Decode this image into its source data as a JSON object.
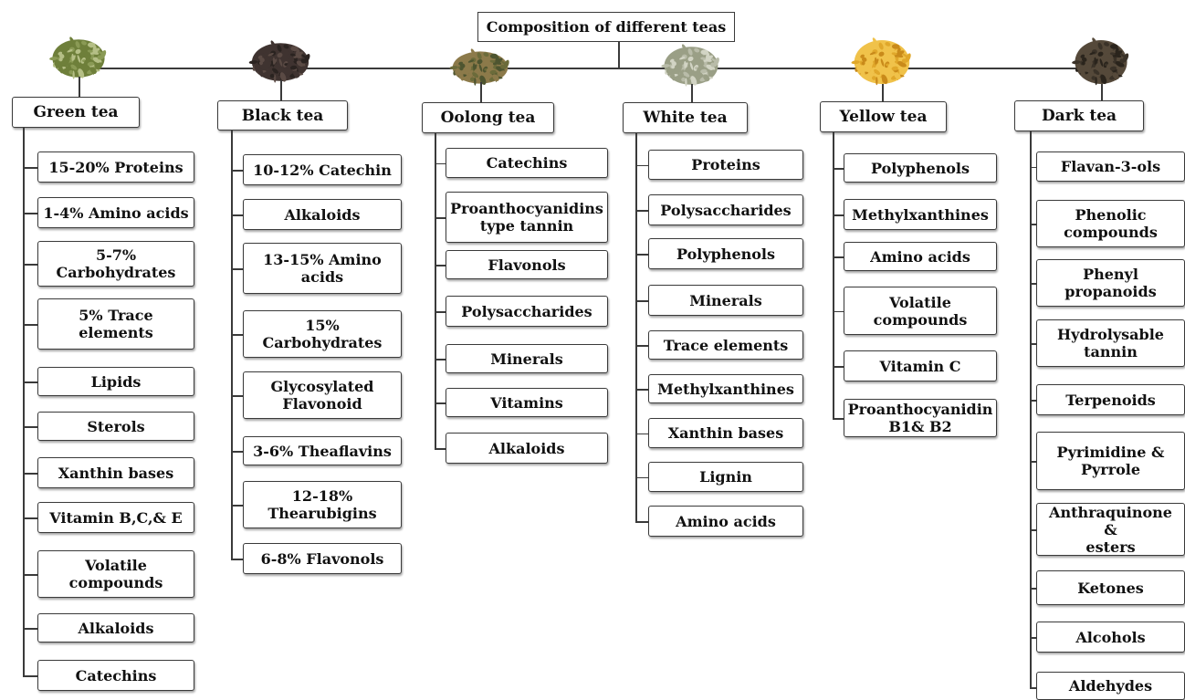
{
  "title": "Composition of different teas",
  "columns": [
    {
      "name": "Green tea",
      "leaf_colors": [
        "#8a9a55",
        "#6e7f3a",
        "#b5bf86"
      ],
      "items": [
        "15-20% Proteins",
        "1-4% Amino acids",
        "5-7%\nCarbohydrates",
        "5% Trace\nelements",
        "Lipids",
        "Sterols",
        "Xanthin bases",
        "Vitamin B,C,& E",
        "Volatile\ncompounds",
        "Alkaloids",
        "Catechins"
      ]
    },
    {
      "name": "Black tea",
      "leaf_colors": [
        "#2a2320",
        "#3f3330",
        "#5a4a44"
      ],
      "items": [
        "10-12% Catechin",
        "Alkaloids",
        "13-15% Amino\nacids",
        "15%\nCarbohydrates",
        "Glycosylated\nFlavonoid",
        "3-6% Theaflavins",
        "12-18%\nThearubigins",
        "6-8% Flavonols"
      ]
    },
    {
      "name": "Oolong tea",
      "leaf_colors": [
        "#6b6b3a",
        "#8c7a4a",
        "#4e5530"
      ],
      "items": [
        "Catechins",
        "Proanthocyanidins\ntype tannin",
        "Flavonols",
        "Polysaccharides",
        "Minerals",
        "Vitamins",
        "Alkaloids"
      ]
    },
    {
      "name": "White tea",
      "leaf_colors": [
        "#b9bca9",
        "#9a9f86",
        "#d2d4c4"
      ],
      "items": [
        "Proteins",
        "Polysaccharides",
        "Polyphenols",
        "Minerals",
        "Trace elements",
        "Methylxanthines",
        "Xanthin bases",
        "Lignin",
        "Amino acids"
      ]
    },
    {
      "name": "Yellow tea",
      "leaf_colors": [
        "#e0a72a",
        "#f0c24a",
        "#c98a1a"
      ],
      "items": [
        "Polyphenols",
        "Methylxanthines",
        "Amino acids",
        "Volatile\ncompounds",
        "Vitamin C",
        "Proanthocyanidin\nB1& B2"
      ]
    },
    {
      "name": "Dark tea",
      "leaf_colors": [
        "#3a3228",
        "#55493a",
        "#2a241c"
      ],
      "items": [
        "Flavan-3-ols",
        "Phenolic\ncompounds",
        "Phenyl\npropanoids",
        "Hydrolysable\ntannin",
        "Terpenoids",
        "Pyrimidine &\nPyrrole",
        "Anthraquinone &\nesters",
        "Ketones",
        "Alcohols",
        "Aldehydes"
      ]
    }
  ]
}
